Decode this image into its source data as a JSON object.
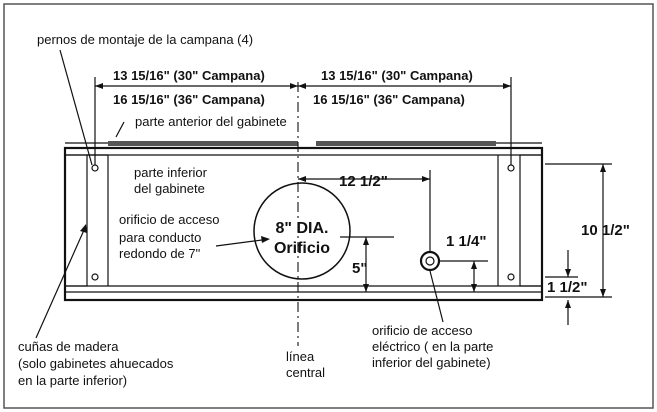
{
  "labels": {
    "mounting_bolts": "pernos de montaje de la campana (4)",
    "left_dim_30": "13 15/16\" (30\" Campana)",
    "left_dim_36": "16 15/16\" (36\" Campana)",
    "right_dim_30": "13 15/16\" (30\" Campana)",
    "right_dim_36": "16 15/16\" (36\" Campana)",
    "cabinet_front": "parte anterior del gabinete",
    "cabinet_bottom_1": "parte inferior",
    "cabinet_bottom_2": "del gabinete",
    "access_hole_1": "orificio de acceso",
    "access_hole_2": "para conducto",
    "access_hole_3": "redondo de 7\"",
    "hole_dia": "8\" DIA.",
    "hole_word": "Orificio",
    "dim_12_half": "12 1/2\"",
    "dim_1_quarter": "1 1/4\"",
    "dim_10_half": "10 1/2\"",
    "dim_5": "5\"",
    "dim_1_half": "1 1/2\"",
    "wood_cleats_1": "cuñas de madera",
    "wood_cleats_2": "(solo gabinetes ahuecados",
    "wood_cleats_3": "en la parte inferior)",
    "centerline_1": "línea",
    "centerline_2": "central",
    "electric_1": "orificio de acceso",
    "electric_2": "eléctrico ( en la parte",
    "electric_3": "inferior del gabinete)"
  }
}
